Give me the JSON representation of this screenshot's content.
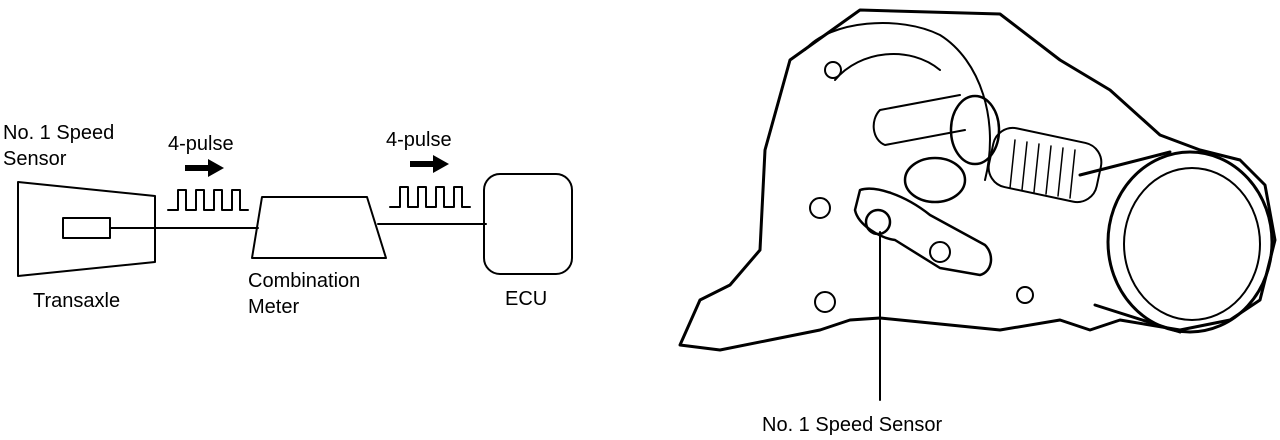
{
  "schematic": {
    "sensor_label_line1": "No. 1 Speed",
    "sensor_label_line2": "Sensor",
    "transaxle_label": "Transaxle",
    "pulse_left_label": "4-pulse",
    "pulse_right_label": "4-pulse",
    "meter_label_line1": "Combination",
    "meter_label_line2": "Meter",
    "ecu_label": "ECU"
  },
  "illustration": {
    "callout_label": "No. 1 Speed Sensor"
  }
}
